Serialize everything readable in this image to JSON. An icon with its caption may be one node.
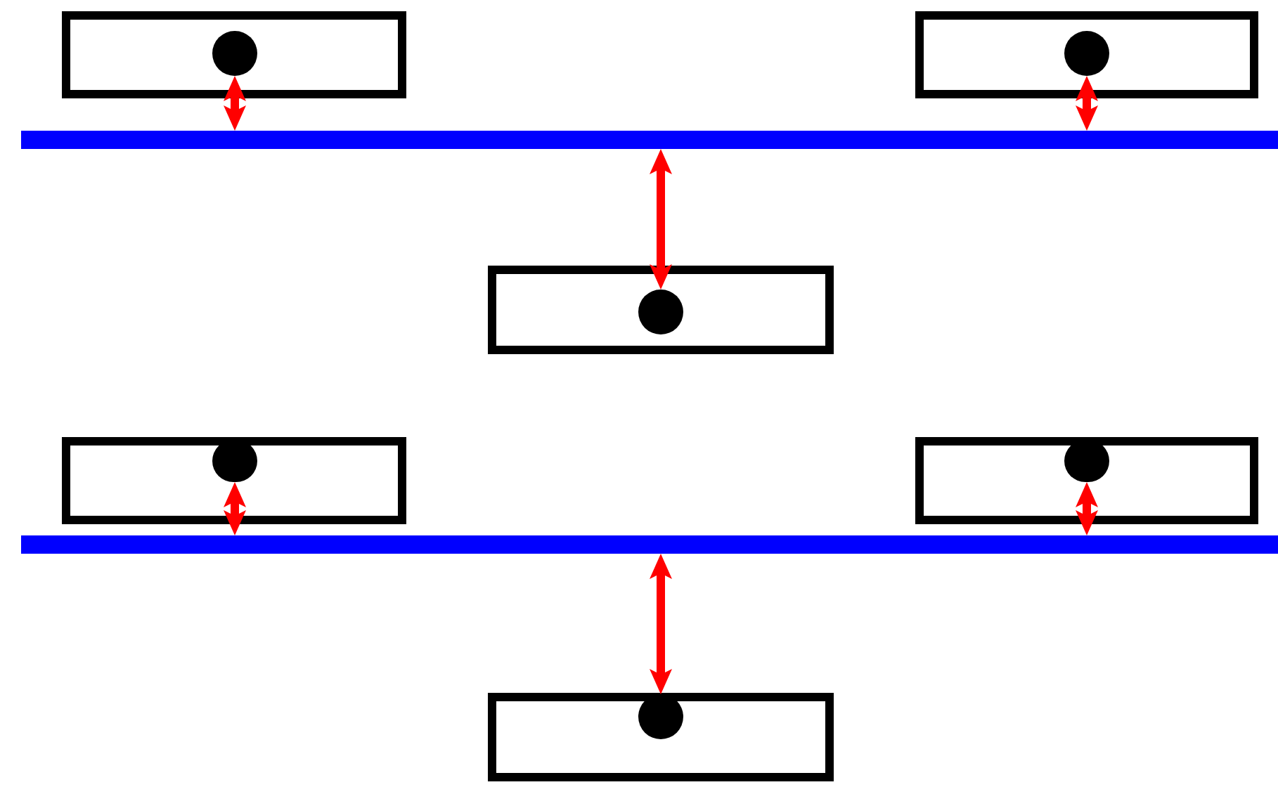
{
  "diagram": {
    "nodes": [
      {
        "text": [],
        "shape": "box"
      },
      {
        "text": [],
        "shape": "circle",
        "in": 0
      },
      {
        "text": [],
        "shape": "box"
      },
      {
        "text": [],
        "shape": "circle",
        "in": 2
      },
      {
        "text": [],
        "shape": "bar"
      },
      {
        "text": [],
        "shape": "box"
      },
      {
        "text": [],
        "shape": "circle",
        "in": 5
      },
      {
        "text": [],
        "shape": "box"
      },
      {
        "text": [],
        "shape": "circle",
        "in": 7
      },
      {
        "text": [],
        "shape": "box"
      },
      {
        "text": [],
        "shape": "circle",
        "in": 9
      },
      {
        "text": [],
        "shape": "bar"
      },
      {
        "text": [],
        "shape": "box"
      },
      {
        "text": [],
        "shape": "circle",
        "in": 12
      }
    ],
    "edges": [
      {
        "from": 1,
        "to": 4,
        "arrow": "both"
      },
      {
        "from": 3,
        "to": 4,
        "arrow": "both"
      },
      {
        "from": 4,
        "to": 6,
        "arrow": "both"
      },
      {
        "from": 8,
        "to": 11,
        "arrow": "both"
      },
      {
        "from": 10,
        "to": 11,
        "arrow": "both"
      },
      {
        "from": 11,
        "to": 13,
        "arrow": "both"
      }
    ]
  }
}
